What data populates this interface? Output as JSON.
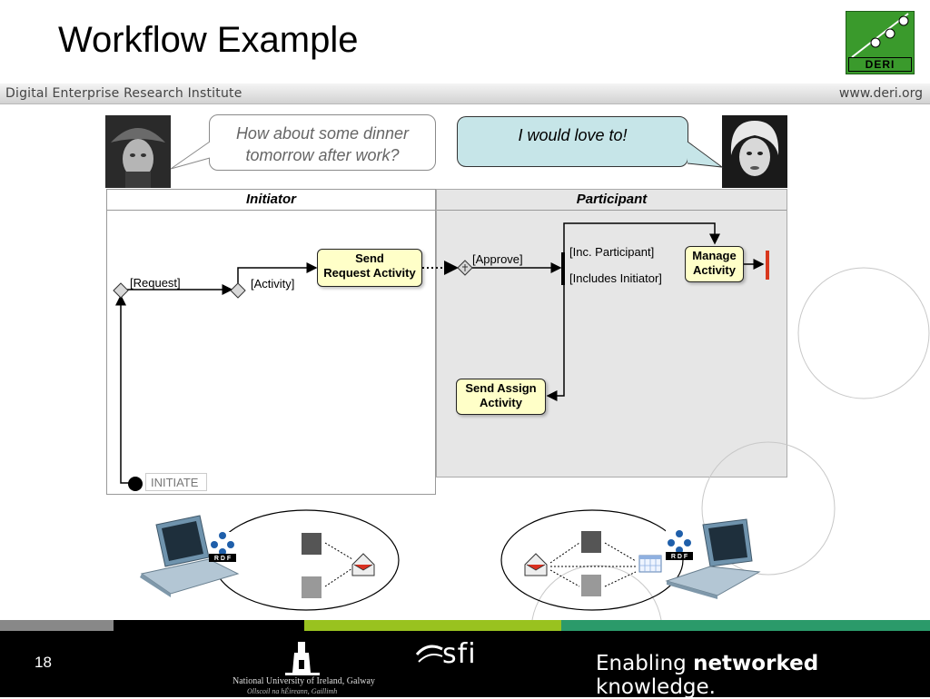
{
  "slide": {
    "title": "Workflow Example",
    "institute": "Digital Enterprise Research Institute",
    "website": "www.deri.org",
    "logo_text": "DERI",
    "page_number": "18"
  },
  "bubbles": {
    "initiator_line1": "How about some dinner",
    "initiator_line2": "tomorrow after work?",
    "participant": "I would love to!"
  },
  "lanes": {
    "initiator": "Initiator",
    "participant": "Participant"
  },
  "diagram": {
    "send_request_line1": "Send",
    "send_request_line2": "Request Activity",
    "manage_line1": "Manage",
    "manage_line2": "Activity",
    "send_assign_line1": "Send Assign",
    "send_assign_line2": "Activity",
    "label_request": "[Request]",
    "label_activity": "[Activity]",
    "label_approve": "[Approve]",
    "label_inc_participant": "[Inc. Participant]",
    "label_includes_initiator": "[Includes Initiator]",
    "initiate": "INITIATE"
  },
  "illustration": {
    "rdf_label": "R D F"
  },
  "footer": {
    "tagline_pre": "Enabling ",
    "tagline_bold": "networked",
    "tagline_post": " knowledge.",
    "nuig_line1": "National University of Ireland, Galway",
    "nuig_line2": "Ollscoil na hÉireann, Gaillimh",
    "sfi": "sfi"
  },
  "colors": {
    "accent_green": "#3a9a2c",
    "bubble_blue": "#c6e5e8",
    "activity_yellow": "#ffffc8",
    "stop_red": "#d9381e",
    "stripe_grey": "#888888",
    "stripe_lime": "#99c21f",
    "stripe_teal": "#2b9a6a"
  }
}
